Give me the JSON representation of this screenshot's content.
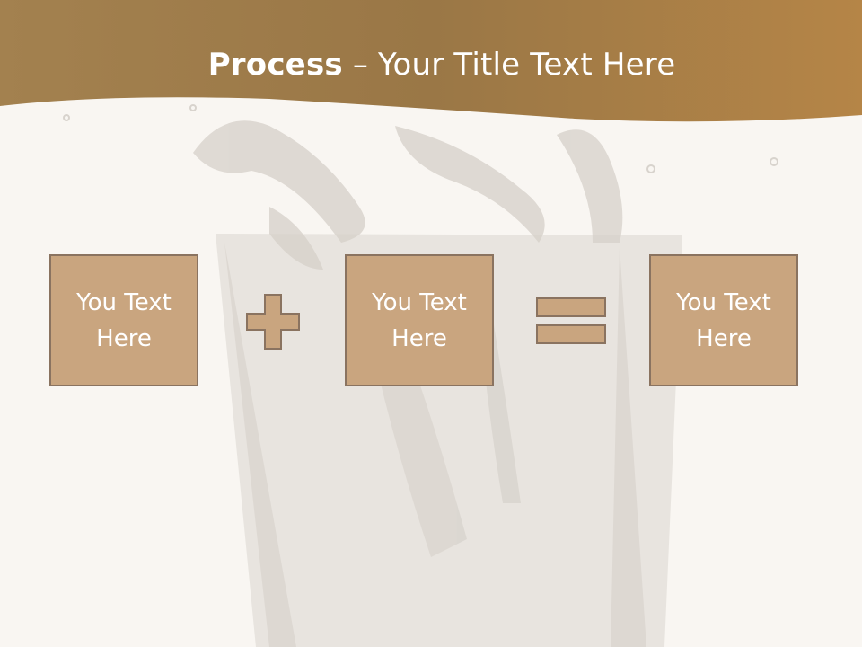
{
  "slide": {
    "title_bold": "Process",
    "title_rest": " – Your Title Text Here",
    "boxes": [
      {
        "text": "You Text Here"
      },
      {
        "text": "You Text Here"
      },
      {
        "text": "You Text Here"
      }
    ],
    "operators": [
      "plus-icon",
      "equals-icon"
    ]
  },
  "colors": {
    "header_band": "#a8844f",
    "box_fill": "#c9a57f",
    "box_border": "#8a7360",
    "text": "#ffffff",
    "background": "#f9f6f2"
  }
}
